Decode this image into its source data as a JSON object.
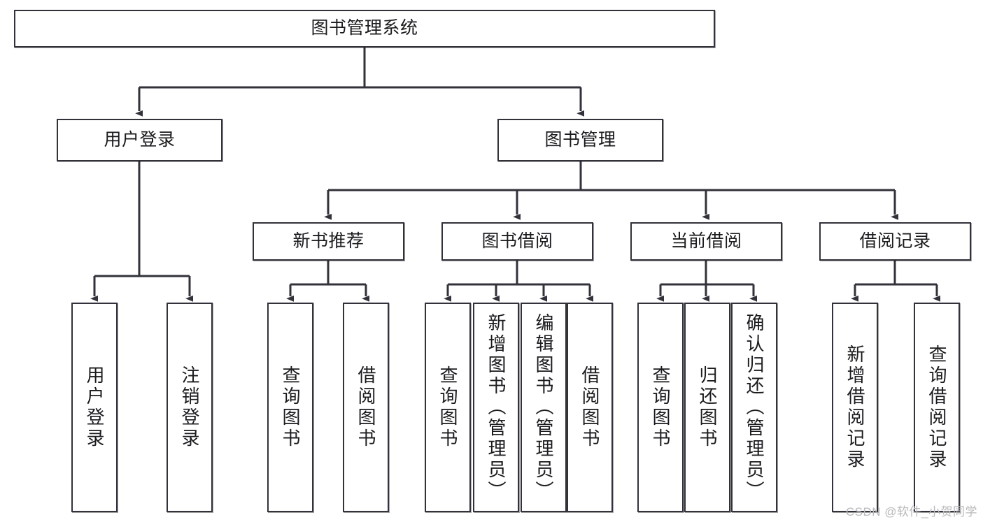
{
  "diagram": {
    "title": "图书管理系统",
    "type": "tree-hierarchy-diagram",
    "watermark": "CSDN @软件_小贺同学",
    "style": {
      "box_border_color": "#32323a",
      "box_fill_color": "#ffffff",
      "line_color": "#32323a",
      "text_color": "#1b1b1f",
      "background": "#ffffff"
    }
  },
  "nodes": {
    "root": {
      "label": "图书管理系统"
    },
    "level2": [
      {
        "id": "user-login",
        "label": "用户登录"
      },
      {
        "id": "book-manage",
        "label": "图书管理"
      }
    ],
    "level3": [
      {
        "id": "new-book-recommend",
        "label": "新书推荐"
      },
      {
        "id": "book-borrow",
        "label": "图书借阅"
      },
      {
        "id": "current-borrow",
        "label": "当前借阅"
      },
      {
        "id": "borrow-record",
        "label": "借阅记录"
      }
    ],
    "leaves": {
      "user-login": [
        {
          "id": "leaf-user-login",
          "label": "用户登录"
        },
        {
          "id": "leaf-logout-login",
          "label": "注销登录"
        }
      ],
      "new-book-recommend": [
        {
          "id": "leaf-query-book-1",
          "label": "查询图书"
        },
        {
          "id": "leaf-borrow-book-1",
          "label": "借阅图书"
        }
      ],
      "book-borrow": [
        {
          "id": "leaf-query-book-2",
          "label": "查询图书"
        },
        {
          "id": "leaf-add-book",
          "label": "新增图书（管理员）"
        },
        {
          "id": "leaf-edit-book",
          "label": "编辑图书（管理员）"
        },
        {
          "id": "leaf-borrow-book-2",
          "label": "借阅图书"
        }
      ],
      "current-borrow": [
        {
          "id": "leaf-query-book-3",
          "label": "查询图书"
        },
        {
          "id": "leaf-return-book",
          "label": "归还图书"
        },
        {
          "id": "leaf-confirm-return",
          "label": "确认归还（管理员）"
        }
      ],
      "borrow-record": [
        {
          "id": "leaf-add-record",
          "label": "新增借阅记录"
        },
        {
          "id": "leaf-query-record",
          "label": "查询借阅记录"
        }
      ]
    }
  }
}
